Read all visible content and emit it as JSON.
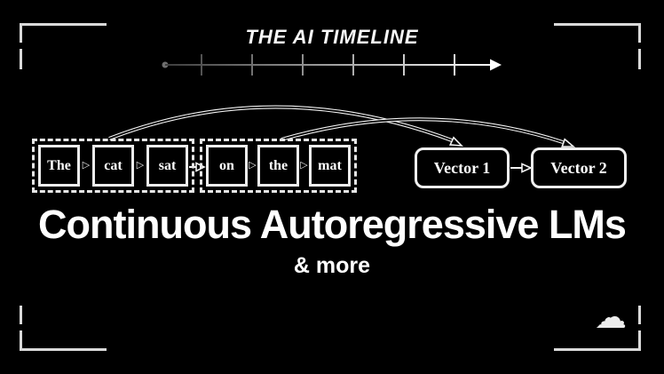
{
  "header": {
    "title": "THE AI TIMELINE"
  },
  "timeline": {
    "tick_count": 6
  },
  "diagram": {
    "groups": [
      {
        "tokens": [
          "The",
          "cat",
          "sat"
        ]
      },
      {
        "tokens": [
          "on",
          "the",
          "mat"
        ]
      }
    ],
    "vectors": [
      "Vector 1",
      "Vector 2"
    ]
  },
  "banner": {
    "title": "Continuous Autoregressive LMs",
    "subtitle": "& more"
  },
  "icons": {
    "token_arrow": "▷",
    "cloud": "☁"
  },
  "colors": {
    "background": "#000000",
    "foreground": "#ffffff",
    "bracket": "#d9d9d9",
    "timeline_start": "#3d3d3d",
    "timeline_end": "#ffffff"
  }
}
